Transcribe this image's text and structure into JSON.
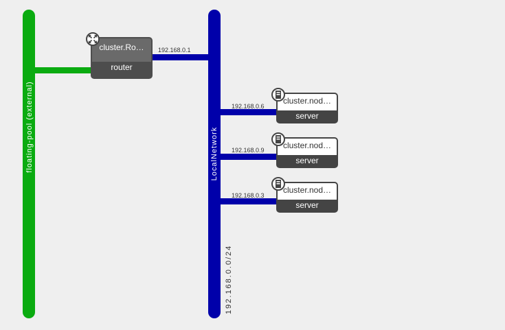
{
  "external_network": {
    "label": "floating-pool (external)"
  },
  "local_network": {
    "label": "LocalNetwork",
    "cidr": "192.168.0.0/24"
  },
  "router": {
    "name": "cluster.Ro…",
    "type": "router",
    "ip": "192.168.0.1",
    "icon": "router-icon"
  },
  "servers": [
    {
      "name": "cluster.nod…",
      "type": "server",
      "ip": "192.168.0.6",
      "icon": "server-icon"
    },
    {
      "name": "cluster.nod…",
      "type": "server",
      "ip": "192.168.0.9",
      "icon": "server-icon"
    },
    {
      "name": "cluster.nod…",
      "type": "server",
      "ip": "192.168.0.3",
      "icon": "server-icon"
    }
  ],
  "colors": {
    "external": "#0aab10",
    "local": "#0000aa",
    "node": "#444444"
  }
}
